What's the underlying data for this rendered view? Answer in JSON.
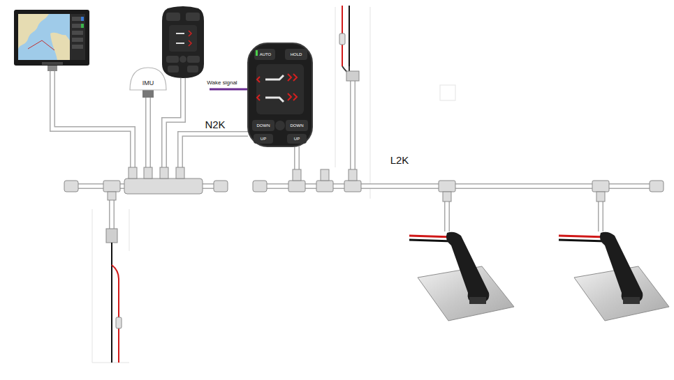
{
  "diagram": {
    "nodes": [
      {
        "text": [
          "IMU"
        ]
      }
    ],
    "labels": [
      "Wake signal",
      "AUTO",
      "HOLD",
      "DOWN",
      "DOWN",
      "UP",
      "UP",
      "N2K",
      "L2K"
    ]
  }
}
